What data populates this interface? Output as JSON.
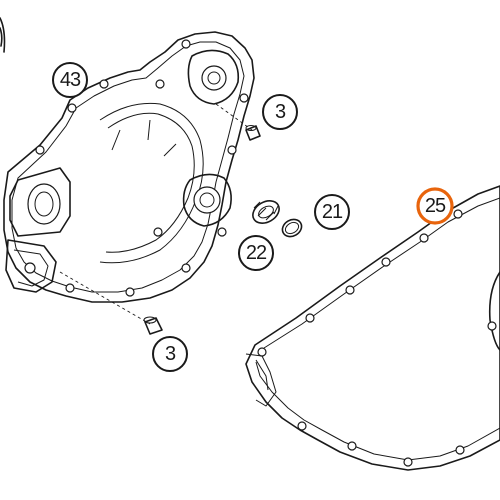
{
  "callouts": [
    {
      "id": "43",
      "label": "43",
      "highlight": false
    },
    {
      "id": "3a",
      "label": "3",
      "highlight": false
    },
    {
      "id": "21",
      "label": "21",
      "highlight": false
    },
    {
      "id": "22",
      "label": "22",
      "highlight": false
    },
    {
      "id": "3b",
      "label": "3",
      "highlight": false
    },
    {
      "id": "25",
      "label": "25",
      "highlight": true
    }
  ],
  "colors": {
    "line": "#1a1a1a",
    "highlight": "#e8640c",
    "background": "#ffffff"
  }
}
